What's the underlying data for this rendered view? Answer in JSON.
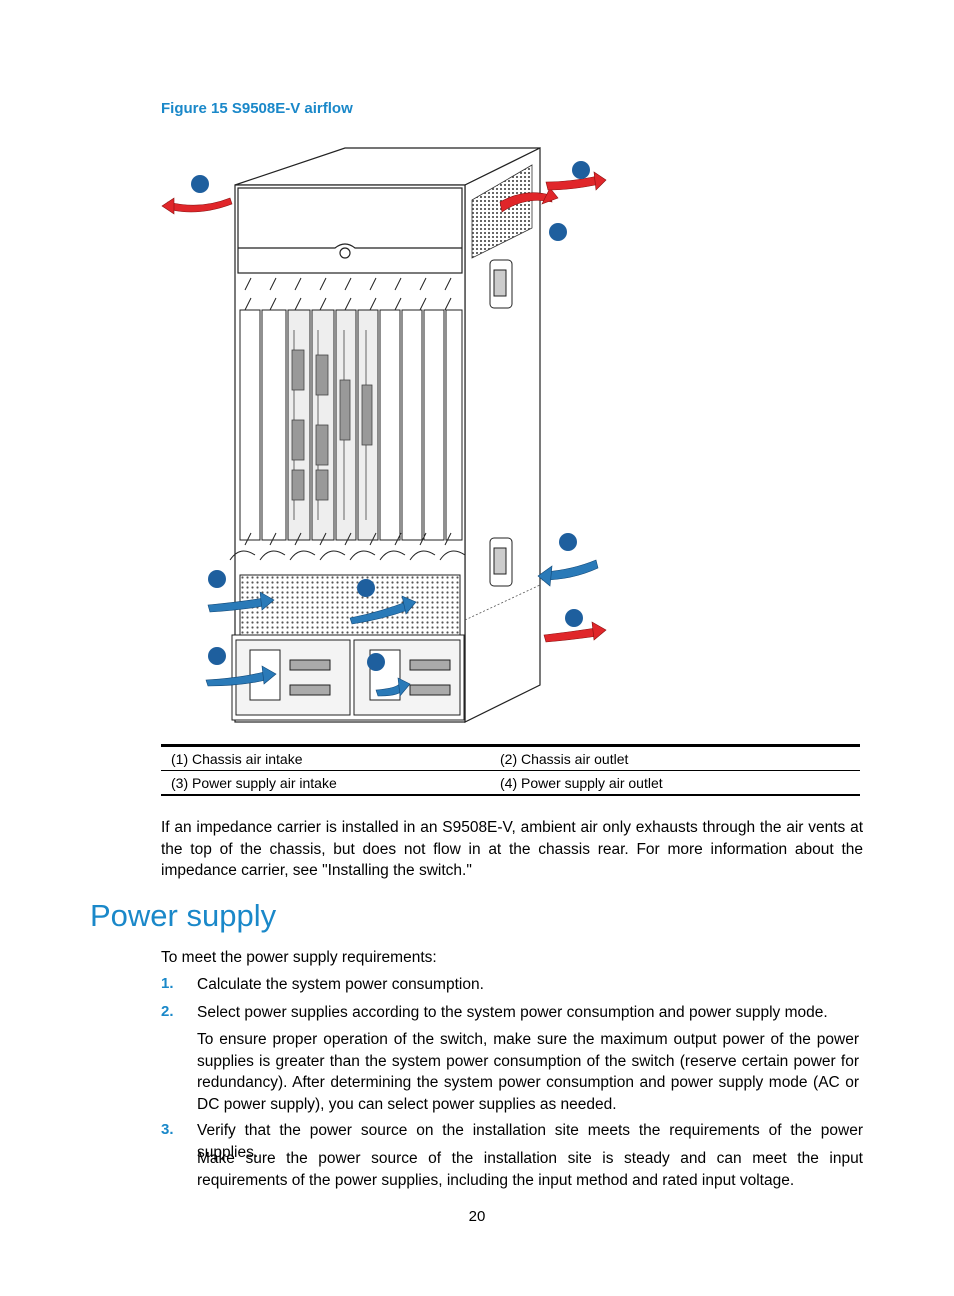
{
  "figure": {
    "caption": "Figure 15 S9508E-V airflow",
    "legend": [
      [
        "(1) Chassis air intake",
        "(2) Chassis air outlet"
      ],
      [
        "(3) Power supply air intake",
        "(4) Power supply air outlet"
      ]
    ],
    "colors": {
      "intake": "#2a7ab8",
      "outlet": "#e0262a",
      "marker": "#1e5f9e"
    }
  },
  "intro_paragraph": "If an impedance carrier is installed in an S9508E-V, ambient air only exhausts through the air vents at the top of the chassis, but does not flow in at the chassis rear. For more information about the impedance carrier, see \"Installing the switch.\"",
  "section": {
    "title": "Power supply",
    "lead": "To meet the power supply requirements:",
    "steps": [
      {
        "num": "1.",
        "text": "Calculate the system power consumption."
      },
      {
        "num": "2.",
        "text": "Select power supplies according to the system power consumption and power supply mode.",
        "detail": "To ensure proper operation of the switch, make sure the maximum output power of the power supplies is greater than the system power consumption of the switch (reserve certain power for redundancy). After determining the system power consumption and power supply mode (AC or DC power supply), you can select power supplies as needed."
      },
      {
        "num": "3.",
        "text": "Verify that the power source on the installation site meets the requirements of the power supplies.",
        "detail": "Make sure the power source of the installation site is steady and can meet the input requirements of the power supplies, including the input method and rated input voltage."
      }
    ]
  },
  "page_number": "20"
}
